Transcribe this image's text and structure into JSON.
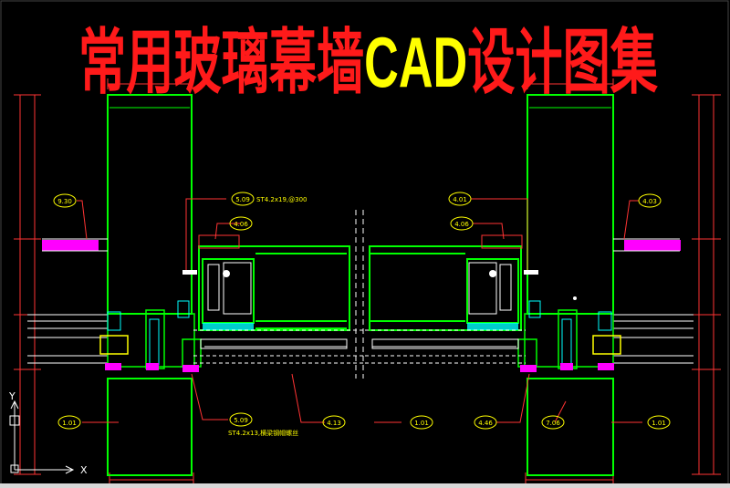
{
  "title": {
    "part_red_1": "常用玻璃幕墙",
    "part_yellow": "CAD",
    "part_red_2": "设计图集"
  },
  "ucs": {
    "y_label": "Y",
    "x_label": "X"
  },
  "tags_left": {
    "t_930": "9.30",
    "t_509_top": "5.09",
    "callout_top": "ST4.2x19,@300",
    "t_406": "4.06",
    "t_101": "1.01",
    "t_509_bot": "5.09",
    "callout_bot": "ST4.2x13,横梁钢帽螺丝",
    "t_413": "4.13"
  },
  "tags_right": {
    "t_401": "4.01",
    "t_403": "4.03",
    "t_406": "4.06",
    "t_101": "1.01",
    "t_446": "4.46",
    "t_706": "7.06",
    "t_101b": "1.01"
  },
  "colors": {
    "frame": "#00ff00",
    "dim": "#ff3333",
    "text": "#ffff00",
    "cyan": "#00ffff",
    "magenta": "#ff00ff",
    "white": "#ffffff",
    "title_red": "#ff1a1a",
    "title_yellow": "#ffff00"
  }
}
